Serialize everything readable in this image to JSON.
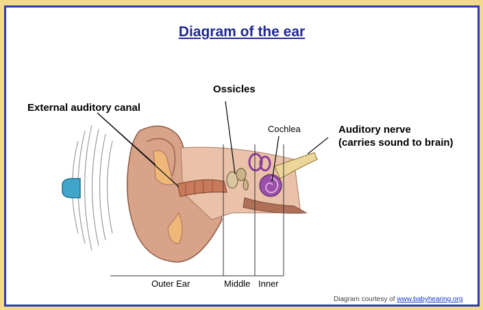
{
  "title": "Diagram of the ear",
  "labels": {
    "external_canal": "External auditory canal",
    "ossicles": "Ossicles",
    "cochlea": "Cochlea",
    "auditory_nerve_line1": "Auditory nerve",
    "auditory_nerve_line2": "(carries sound to brain)"
  },
  "sections": {
    "outer": "Outer Ear",
    "middle": "Middle",
    "inner": "Inner"
  },
  "credit": {
    "prefix": "Diagram courtesy of ",
    "link": "www.babyhearing.org"
  },
  "colors": {
    "border": "#2b3bb3",
    "title": "#1f2a8c",
    "background": "#f3d98a",
    "sound_source": "#3fa6c9",
    "skin": "#d9a38a",
    "canal": "#f0b878",
    "cochlea": "#9a4fa8",
    "nerve": "#ecd69a"
  }
}
